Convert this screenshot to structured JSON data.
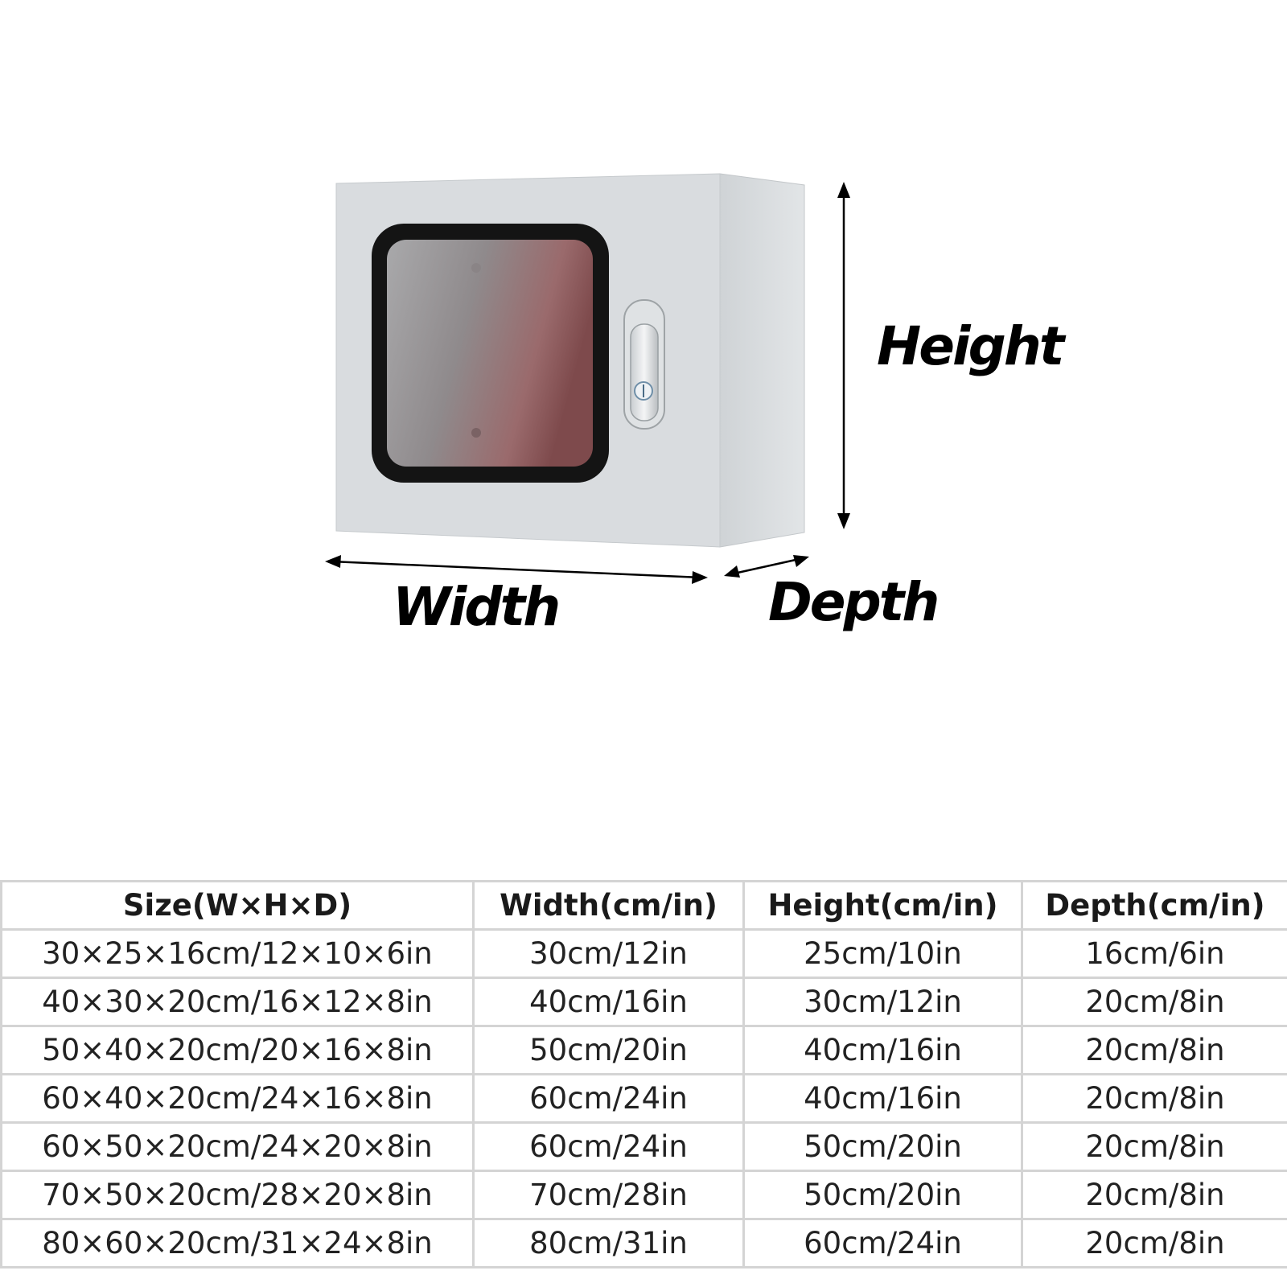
{
  "dimension_labels": {
    "height": "Height",
    "width": "Width",
    "depth": "Depth"
  },
  "table": {
    "headers": [
      "Size(W×H×D)",
      "Width(cm/in)",
      "Height(cm/in)",
      "Depth(cm/in)"
    ],
    "rows": [
      [
        "30×25×16cm/12×10×6in",
        "30cm/12in",
        "25cm/10in",
        "16cm/6in"
      ],
      [
        "40×30×20cm/16×12×8in",
        "40cm/16in",
        "30cm/12in",
        "20cm/8in"
      ],
      [
        "50×40×20cm/20×16×8in",
        "50cm/20in",
        "40cm/16in",
        "20cm/8in"
      ],
      [
        "60×40×20cm/24×16×8in",
        "60cm/24in",
        "40cm/16in",
        "20cm/8in"
      ],
      [
        "60×50×20cm/24×20×8in",
        "60cm/24in",
        "50cm/20in",
        "20cm/8in"
      ],
      [
        "70×50×20cm/28×20×8in",
        "70cm/28in",
        "50cm/20in",
        "20cm/8in"
      ],
      [
        "80×60×20cm/31×24×8in",
        "80cm/31in",
        "60cm/24in",
        "20cm/8in"
      ]
    ]
  }
}
